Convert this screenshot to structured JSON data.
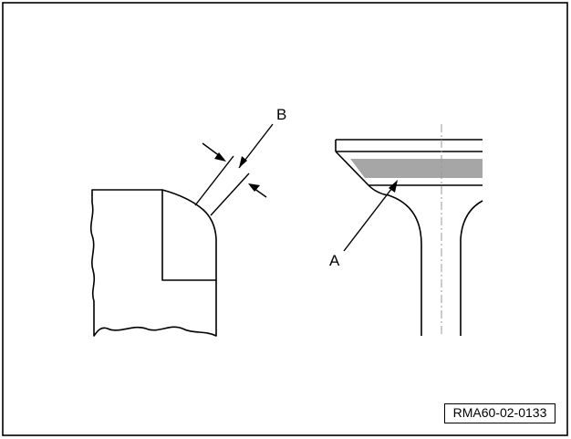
{
  "figure": {
    "callouts": {
      "seat_width": "B",
      "contact_area": "A"
    },
    "reference_code": "RMA60-02-0133"
  },
  "colors": {
    "line": "#000000",
    "contact_band": "#a6a6a6",
    "background": "#ffffff",
    "centerline": "#9a9a9a"
  }
}
